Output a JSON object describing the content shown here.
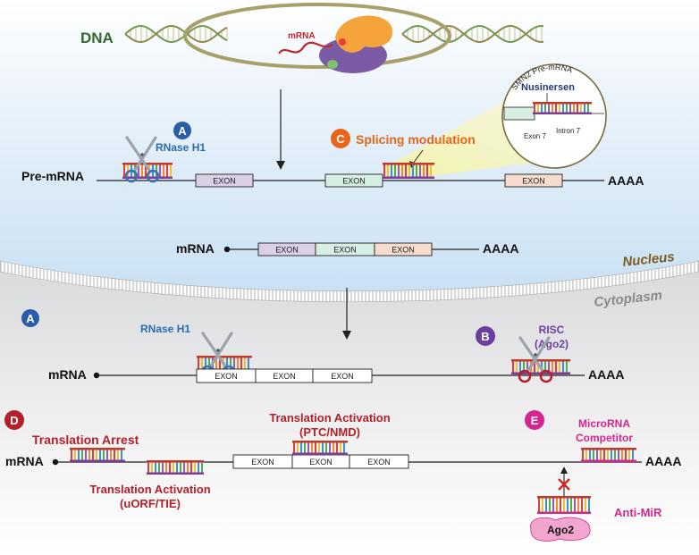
{
  "labels": {
    "dna": "DNA",
    "mrna_polymerase": "mRNA",
    "pre_mrna": "Pre-mRNA",
    "aaaa": "AAAA",
    "mrna": "mRNA",
    "exon": "EXON",
    "nucleus": "Nucleus",
    "cytoplasm": "Cytoplasm"
  },
  "badges": {
    "a": "A",
    "b": "B",
    "c": "C",
    "d": "D",
    "e": "E"
  },
  "mechanisms": {
    "rnase_h1": "RNase H1",
    "splicing_modulation": "Splicing modulation",
    "risc_line1": "RISC",
    "risc_line2": "(Ago2)",
    "translation_arrest": "Translation Arrest",
    "translation_activation_ptc_line1": "Translation Activation",
    "translation_activation_ptc_line2": "(PTC/NMD)",
    "translation_activation_uorf_line1": "Translation Activation",
    "translation_activation_uorf_line2": "(uORF/TIE)",
    "microrna_competitor_line1": "MicroRNA",
    "microrna_competitor_line2": "Competitor",
    "anti_mir": "Anti-MiR",
    "ago2": "Ago2"
  },
  "inset": {
    "title": "SMN2 Pre-mRNA",
    "drug": "Nusinersen",
    "exon7": "Exon 7",
    "intron7": "Intron 7"
  },
  "colors": {
    "dna_label": "#2e6b2a",
    "rnase_blue": "#2b6cb0",
    "splicing_orange": "#e8651a",
    "risc_purple": "#6a3fa0",
    "translation_red": "#b3202a",
    "microrna_magenta": "#d4268e",
    "badge_a": "#2a5ca8",
    "badge_b": "#6b3f9e",
    "badge_c": "#e8651a",
    "badge_d": "#b3202a",
    "badge_e": "#d4268e",
    "nucleus_brown": "#7a5a1e",
    "exon_purple": "#d9d0e6",
    "exon_green": "#d7efe2",
    "exon_peach": "#f6dccd"
  }
}
